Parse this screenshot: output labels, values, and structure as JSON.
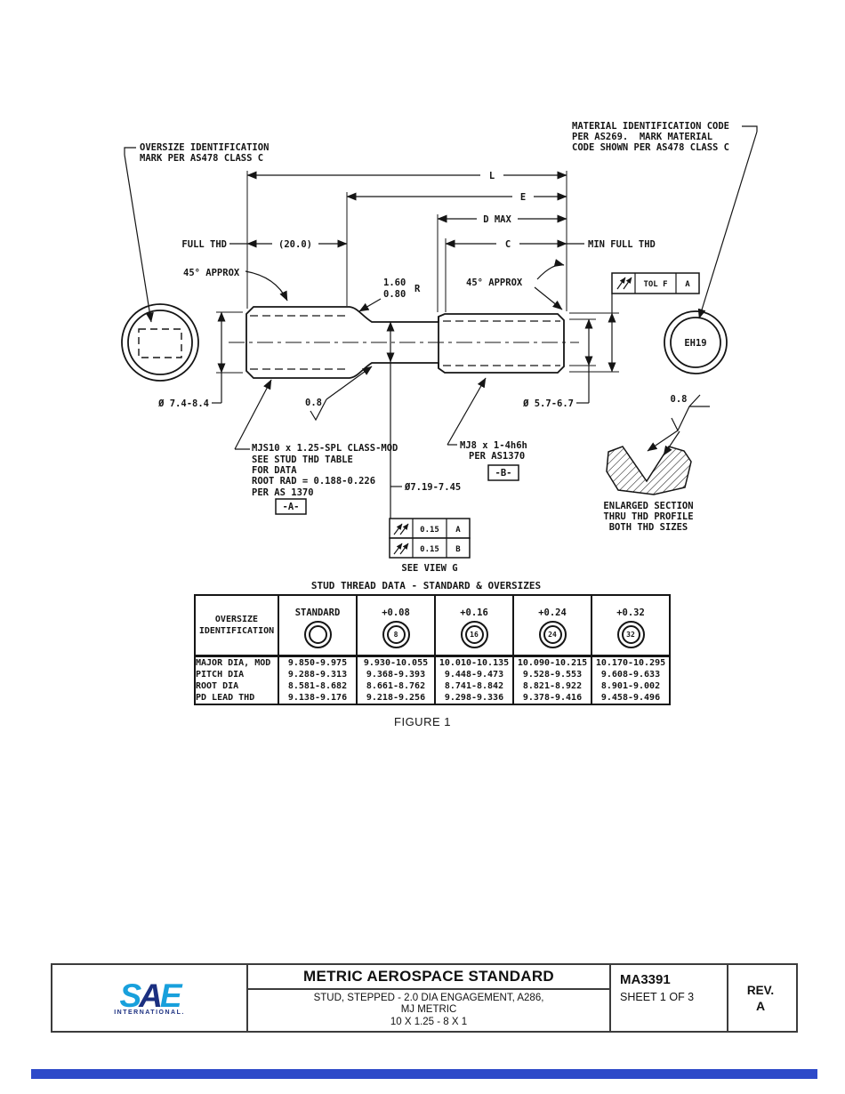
{
  "colors": {
    "ink": "#151515",
    "logo_light_blue": "#18a0dc",
    "logo_navy": "#1b2f80",
    "footer_bar": "#2d49c9"
  },
  "drawing": {
    "oversize_callout": [
      "OVERSIZE IDENTIFICATION",
      "MARK PER AS478 CLASS C"
    ],
    "material_callout": [
      "MATERIAL IDENTIFICATION CODE",
      "PER AS269.  MARK MATERIAL",
      "CODE SHOWN PER AS478 CLASS C"
    ],
    "dim_l": "L",
    "dim_e": "E",
    "dim_d": "D MAX",
    "dim_c": "C",
    "full_thd": "FULL THD",
    "thd_len": "(20.0)",
    "min_full_thd": "MIN FULL THD",
    "angle_left": "45° APPROX",
    "angle_right": "45° APPROX",
    "radius": [
      "1.60",
      "0.80",
      "R"
    ],
    "tol_frame": {
      "symbol": "runout",
      "label": "TOL F",
      "datum": "A"
    },
    "dia_major_left": "Ø 7.4-8.4",
    "dia_major_right": "Ø 5.7-6.7",
    "dia_shank": "Ø7.19-7.45",
    "finish_shank": "0.8",
    "finish_thread": "0.8",
    "thread_note_left": [
      "MJS10 x 1.25-SPL CLASS-MOD",
      "SEE STUD THD TABLE",
      "FOR DATA",
      "ROOT RAD = 0.188-0.226",
      "PER AS 1370"
    ],
    "datum_a": "-A-",
    "thread_note_right": [
      "MJ8 x 1-4h6h",
      "PER AS1370"
    ],
    "datum_b": "-B-",
    "fcf_rows": [
      {
        "symbol": "runout",
        "value": "0.15",
        "datum": "A"
      },
      {
        "symbol": "runout",
        "value": "0.15",
        "datum": "B"
      }
    ],
    "see_view": "SEE VIEW G",
    "material_code": "EH19",
    "enlarged_note": [
      "ENLARGED SECTION",
      "THRU THD PROFILE",
      "BOTH THD SIZES"
    ]
  },
  "thread_table": {
    "title": "STUD THREAD DATA - STANDARD & OVERSIZES",
    "corner": [
      "OVERSIZE",
      "IDENTIFICATION"
    ],
    "columns": [
      {
        "label": "STANDARD",
        "mark": ""
      },
      {
        "label": "+0.08",
        "mark": "8"
      },
      {
        "label": "+0.16",
        "mark": "16"
      },
      {
        "label": "+0.24",
        "mark": "24"
      },
      {
        "label": "+0.32",
        "mark": "32"
      }
    ],
    "rows": [
      {
        "label": "MAJOR DIA, MOD",
        "values": [
          "9.850-9.975",
          "9.930-10.055",
          "10.010-10.135",
          "10.090-10.215",
          "10.170-10.295"
        ]
      },
      {
        "label": "PITCH DIA",
        "values": [
          "9.288-9.313",
          "9.368-9.393",
          "9.448-9.473",
          "9.528-9.553",
          "9.608-9.633"
        ]
      },
      {
        "label": "ROOT DIA",
        "values": [
          "8.581-8.682",
          "8.661-8.762",
          "8.741-8.842",
          "8.821-8.922",
          "8.901-9.002"
        ]
      },
      {
        "label": "PD LEAD THD",
        "values": [
          "9.138-9.176",
          "9.218-9.256",
          "9.298-9.336",
          "9.378-9.416",
          "9.458-9.496"
        ]
      }
    ]
  },
  "figure_caption": "FIGURE 1",
  "title_block": {
    "logo": {
      "s": "S",
      "a": "A",
      "e": "E",
      "subtitle": "INTERNATIONAL."
    },
    "heading": "METRIC AEROSPACE STANDARD",
    "subtitle_lines": [
      "STUD, STEPPED - 2.0 DIA ENGAGEMENT, A286,",
      "MJ METRIC",
      "10 X 1.25 - 8 X 1"
    ],
    "document_number": "MA3391",
    "sheet": "SHEET 1 OF 3",
    "rev_label": "REV.",
    "rev_value": "A"
  }
}
